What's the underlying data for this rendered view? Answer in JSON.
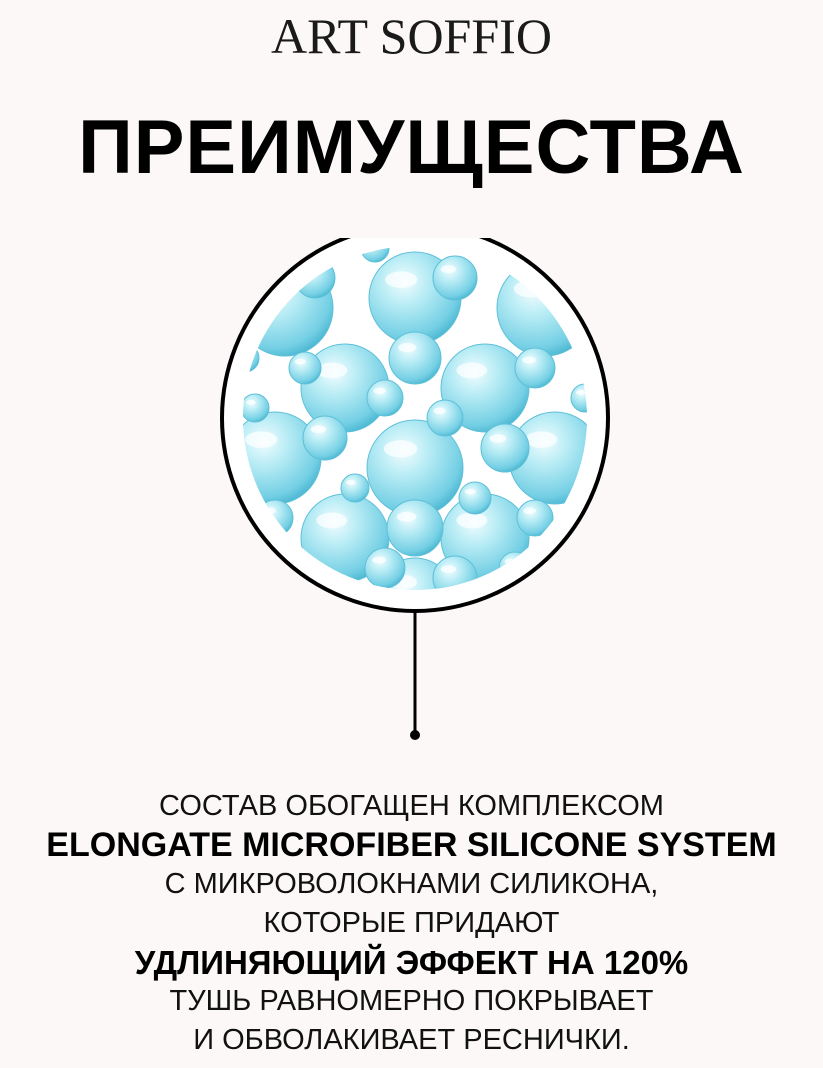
{
  "brand": "ART SOFFIO",
  "headline": "ПРЕИМУЩЕСТВА",
  "illustration": {
    "icon": "silicone-bubbles-icon",
    "bubble_color": "#7fd3e6",
    "outline_color": "#000000"
  },
  "description": {
    "line1": "СОСТАВ ОБОГАЩЕН КОМПЛЕКСОМ",
    "line2": "ELONGATE MICROFIBER SILICONE SYSTEM",
    "line3": "С МИКРОВОЛОКНАМИ СИЛИКОНА,",
    "line4": "КОТОРЫЕ ПРИДАЮТ",
    "line5": "УДЛИНЯЮЩИЙ ЭФФЕКТ НА 120%",
    "line6": "ТУШЬ РАВНОМЕРНО ПОКРЫВАЕТ",
    "line7": "И ОБВОЛАКИВАЕТ РЕСНИЧКИ."
  }
}
